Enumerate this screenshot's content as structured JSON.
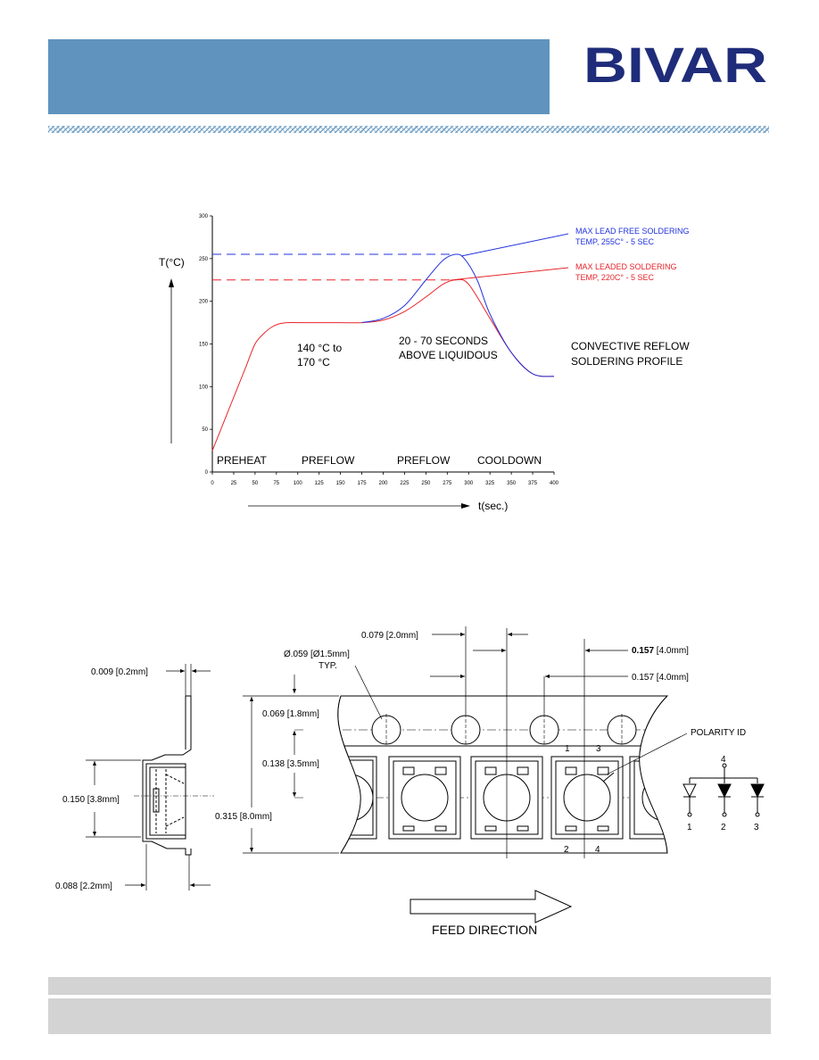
{
  "header": {
    "logo_text": "BIVAR"
  },
  "chart_data": {
    "type": "line",
    "y_axis_label": "T(°C)",
    "x_axis_label": "t(sec.)",
    "x_ticks": [
      "0",
      "25",
      "50",
      "75",
      "100",
      "125",
      "150",
      "175",
      "200",
      "225",
      "250",
      "275",
      "300",
      "325",
      "350",
      "375",
      "400"
    ],
    "y_ticks": [
      "0",
      "50",
      "100",
      "150",
      "200",
      "250",
      "300"
    ],
    "xlim": [
      0,
      400
    ],
    "ylim": [
      0,
      300
    ],
    "series": [
      {
        "name": "MAX LEADED SOLDERING TEMP, 220C° - 5 SEC",
        "color": "#e8242a",
        "x": [
          0,
          10,
          20,
          30,
          40,
          50,
          60,
          70,
          80,
          90,
          100,
          125,
          150,
          175,
          200,
          225,
          250,
          270,
          285,
          300,
          325,
          350,
          375,
          400
        ],
        "y": [
          25,
          50,
          75,
          100,
          125,
          150,
          162,
          170,
          174,
          175,
          175,
          175,
          175,
          175,
          178,
          188,
          205,
          220,
          225,
          220,
          180,
          140,
          115,
          112
        ]
      },
      {
        "name": "MAX LEAD FREE SOLDERING TEMP, 255C° - 5 SEC",
        "color": "#2233dd",
        "x": [
          175,
          200,
          225,
          250,
          270,
          285,
          295,
          310,
          325,
          350,
          375,
          400
        ],
        "y": [
          175,
          180,
          195,
          225,
          248,
          255,
          250,
          225,
          185,
          140,
          115,
          112
        ]
      }
    ],
    "reference_lines": [
      {
        "y": 255,
        "color": "#2233dd",
        "style": "dashed"
      },
      {
        "y": 225,
        "color": "#e8242a",
        "style": "dashed"
      }
    ],
    "annotations": {
      "lead_free_1": "MAX LEAD FREE SOLDERING",
      "lead_free_2": "TEMP, 255C° - 5 SEC",
      "leaded_1": "MAX LEADED SOLDERING",
      "leaded_2": "TEMP, 220C° - 5 SEC",
      "preflow_temp_1": "140 °C to",
      "preflow_temp_2": "170 °C",
      "liquidous_1": "20 - 70 SECONDS",
      "liquidous_2": "ABOVE LIQUIDOUS",
      "profile_1": "CONVECTIVE REFLOW",
      "profile_2": "SOLDERING PROFILE",
      "zone_preheat": "PREHEAT",
      "zone_preflow_1": "PREFLOW",
      "zone_preflow_2": "PREFLOW",
      "zone_cooldown": "COOLDOWN"
    }
  },
  "tape_drawing": {
    "dim_thickness": "0.009 [0.2mm]",
    "dim_height": "0.150 [3.8mm]",
    "dim_depth": "0.088 [2.2mm]",
    "dim_hole_dia_1": "Ø.059 [Ø1.5mm]",
    "dim_hole_dia_2": "TYP.",
    "dim_hole_offset": "0.079 [2.0mm]",
    "dim_pitch_1_val": "0.157",
    "dim_pitch_1_unit": " [4.0mm]",
    "dim_pitch_2": "0.157 [4.0mm]",
    "dim_hole_edge": "0.069 [1.8mm]",
    "dim_pocket_center": "0.138 [3.5mm]",
    "dim_tape_width": "0.315 [8.0mm]",
    "polarity_label": "POLARITY ID",
    "pin_1": "1",
    "pin_2": "2",
    "pin_3": "3",
    "pin_4": "4",
    "schem_pin_1": "1",
    "schem_pin_2": "2",
    "schem_pin_3": "3",
    "schem_pin_4": "4",
    "feed_direction": "FEED DIRECTION"
  }
}
